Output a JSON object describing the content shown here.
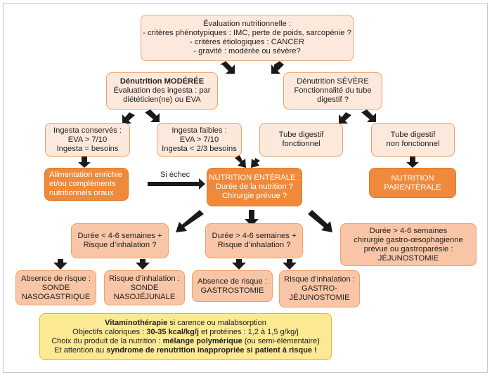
{
  "eval_box": {
    "l1": "Évaluation nutritionnelle :",
    "l2": "- critères phénotypiques : IMC, perte de poids, sarcopénie ?",
    "l3": "- critères étiologiques : CANCER",
    "l4": "- gravité : modérée ou sévère?"
  },
  "moderate_box": {
    "title": "Dénutrition MODÉRÉE",
    "l2": "Évaluation des ingesta : par",
    "l3": "diététicien(ne) ou EVA"
  },
  "severe_box": {
    "l1": "Dénutrition SÉVÈRE",
    "l2": "Fonctionnalité du tube",
    "l3": "digestif ?"
  },
  "ingesta_ok": {
    "l1": "Ingesta conservés :",
    "l2": "EVA > 7/10",
    "l3": "Ingesta = besoins"
  },
  "ingesta_low": {
    "l1": "Ingesta faibles :",
    "l2": "EVA > 7/10",
    "l3": "Ingesta < 2/3 besoins"
  },
  "tube_ok": {
    "l1": "Tube digestif",
    "l2": "fonctionnel"
  },
  "tube_ko": {
    "l1": "Tube digestif",
    "l2": "non fonctionnel"
  },
  "enriched_box": {
    "l1": "Alimentation enrichie",
    "l2": "et/ou compléments",
    "l3": "nutritionnels oraux"
  },
  "failure_label": "Si échec",
  "enteral_box": {
    "l1": "NUTRITION ENTÉRALE :",
    "l2": "Durée de la nutrition ?",
    "l3": "Chirurgie prévue ?"
  },
  "parenteral_box": {
    "l1": "NUTRITION",
    "l2": "PARENTÉRALE"
  },
  "short_box": {
    "l1": "Durée < 4-6 semaines +",
    "l2": "Risque d’inhalation ?"
  },
  "long_box": {
    "l1": "Durée > 4-6 semaines +",
    "l2": "Risque d’inhalation ?"
  },
  "surgery_box": {
    "l1": "Durée > 4-6 semaines",
    "l2": "chirurgie gastro-œsophagienne",
    "l3": "prévue ou gastroparésie :",
    "l4": "JÉJUNOSTOMIE"
  },
  "leaf1": {
    "l1": "Absence de risque :",
    "l2": "SONDE",
    "l3": "NASOGASTRIQUE"
  },
  "leaf2": {
    "l1": "Risque d’inhalation :",
    "l2": "SONDE",
    "l3": "NASOJÉJUNALE"
  },
  "leaf3": {
    "l1": "Absence de risque :",
    "l2": "GASTROSTOMIE"
  },
  "leaf4": {
    "l1": "Risque d’inhalation :",
    "l2": "GASTRO-",
    "l3": "JÉJUNOSTOMIE"
  },
  "footer": {
    "l1_bold": "Vitaminothérapie",
    "l1_rest": " si carence ou malabsorption",
    "l2_a": "Objectifs caloriques : ",
    "l2_bold": "30-35 kcal/kg/j",
    "l2_b": " et protéines : 1,2 à 1,5 g/kg/j",
    "l3_a": "Choix du produit de la nutrition : ",
    "l3_bold": "mélange polymérique",
    "l3_b": " (ou semi-élémentaire)",
    "l4_a": "Et attention au ",
    "l4_bold": "syndrome de renutrition inappropriée si patient à risque !"
  },
  "colors": {
    "light_fill": "#fde9dc",
    "mid_fill": "#f8c6a6",
    "dark_fill": "#ef8a3c",
    "border": "#f0a068",
    "footer_fill": "#fce993",
    "arrow": "#1a1a1a"
  }
}
